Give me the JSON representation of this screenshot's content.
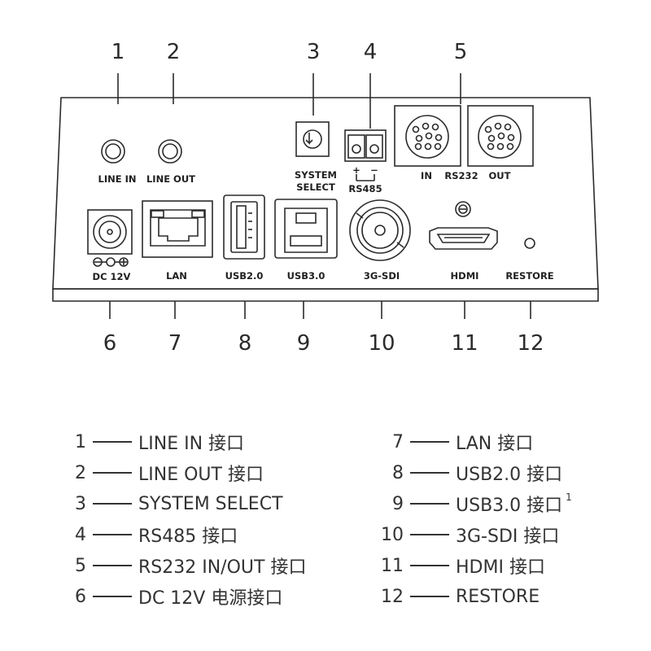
{
  "callouts": {
    "top": [
      "1",
      "2",
      "3",
      "4",
      "5"
    ],
    "bottom": [
      "6",
      "7",
      "8",
      "9",
      "10",
      "11",
      "12"
    ]
  },
  "panel_labels": {
    "line_in": "LINE IN",
    "line_out": "LINE OUT",
    "system_select_1": "SYSTEM",
    "system_select_2": "SELECT",
    "rs485": "RS485",
    "rs485_plus": "+",
    "rs485_minus": "−",
    "rs232_in": "IN",
    "rs232": "RS232",
    "rs232_out": "OUT",
    "dc12v": "DC 12V",
    "lan": "LAN",
    "usb2": "USB2.0",
    "usb3": "USB3.0",
    "sdi": "3G-SDI",
    "hdmi": "HDMI",
    "restore": "RESTORE"
  },
  "legend_left": [
    {
      "num": "1",
      "text": "LINE IN 接口"
    },
    {
      "num": "2",
      "text": "LINE OUT 接口"
    },
    {
      "num": "3",
      "text": "SYSTEM SELECT"
    },
    {
      "num": "4",
      "text": "RS485 接口"
    },
    {
      "num": "5",
      "text": "RS232 IN/OUT 接口"
    },
    {
      "num": "6",
      "text": "DC 12V 电源接口"
    }
  ],
  "legend_right": [
    {
      "num": "7",
      "text": "LAN 接口"
    },
    {
      "num": "8",
      "text": "USB2.0 接口"
    },
    {
      "num": "9",
      "text": "USB3.0 接口",
      "sup": "1"
    },
    {
      "num": "10",
      "text": "3G-SDI 接口"
    },
    {
      "num": "11",
      "text": "HDMI 接口"
    },
    {
      "num": "12",
      "text": "RESTORE"
    }
  ],
  "colors": {
    "stroke": "#2b2b2b",
    "background": "#ffffff"
  }
}
